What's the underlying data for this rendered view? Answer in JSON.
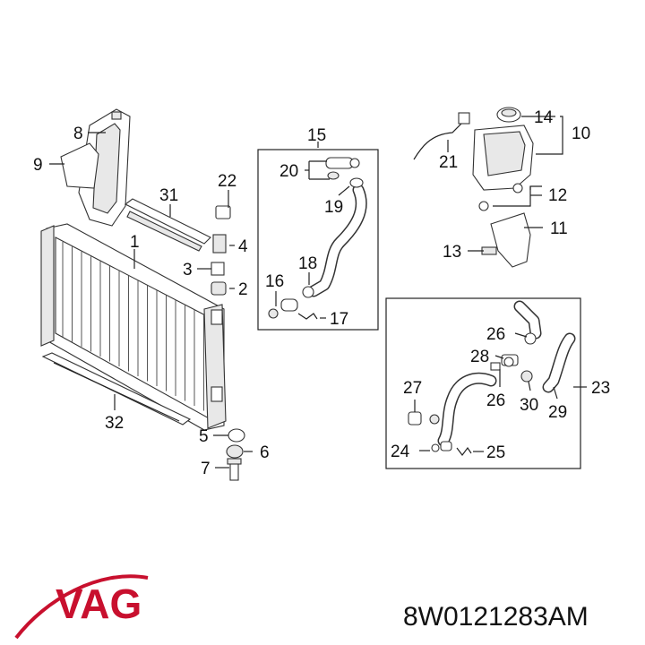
{
  "callouts": {
    "c1": "1",
    "c2": "2",
    "c3": "3",
    "c4": "4",
    "c5": "5",
    "c6": "6",
    "c7": "7",
    "c8": "8",
    "c9": "9",
    "c10": "10",
    "c11": "11",
    "c12": "12",
    "c13": "13",
    "c14": "14",
    "c15": "15",
    "c16": "16",
    "c17": "17",
    "c18": "18",
    "c19": "19",
    "c20": "20",
    "c21": "21",
    "c22": "22",
    "c23": "23",
    "c24": "24",
    "c25": "25",
    "c26a": "26",
    "c26b": "26",
    "c27": "27",
    "c28": "28",
    "c29": "29",
    "c30": "30",
    "c31": "31",
    "c32": "32"
  },
  "brand": {
    "name": "VAG",
    "color": "#c8102e"
  },
  "part_number": "8W0121283AM"
}
